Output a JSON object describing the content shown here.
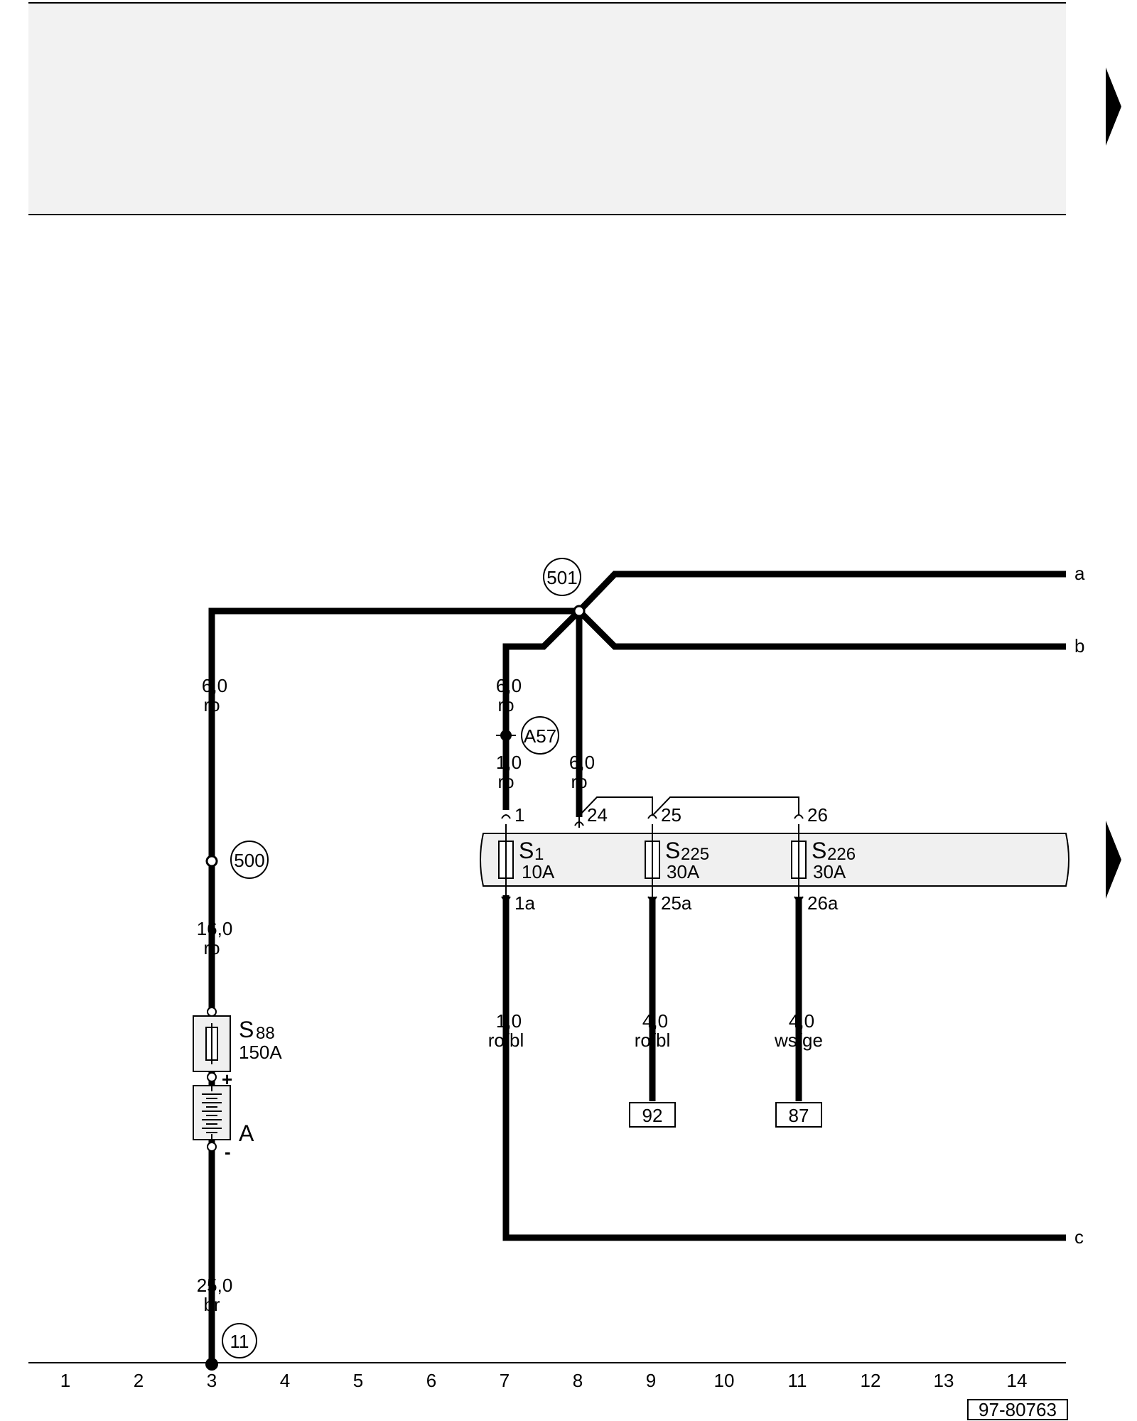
{
  "wires": {
    "w_main_top": {
      "size": "6,0",
      "color": "ro"
    },
    "w_battery_upper": {
      "size": "16,0",
      "color": "ro"
    },
    "w_ground": {
      "size": "25,0",
      "color": "br"
    },
    "w_col7_upper": {
      "size": "6,0",
      "color": "ro"
    },
    "w_col7_lower": {
      "size": "1,0",
      "color": "ro"
    },
    "w_col8": {
      "size": "6,0",
      "color": "ro"
    },
    "w_s1_out": {
      "size": "1,0",
      "color": "ro/bl"
    },
    "w_s225_out": {
      "size": "4,0",
      "color": "ro/bl"
    },
    "w_s226_out": {
      "size": "4,0",
      "color": "ws/ge"
    }
  },
  "connections": {
    "c500": "500",
    "c501": "501",
    "c11": "11",
    "a57": "A57"
  },
  "fuses": {
    "s88": {
      "id": "S",
      "sub": "88",
      "rating": "150A"
    },
    "s1": {
      "id": "S",
      "sub": "1",
      "rating": "10A"
    },
    "s225": {
      "id": "S",
      "sub": "225",
      "rating": "30A"
    },
    "s226": {
      "id": "S",
      "sub": "226",
      "rating": "30A"
    }
  },
  "battery": {
    "label": "A",
    "plus": "+",
    "minus": "-"
  },
  "pins": {
    "p1": "1",
    "p24": "24",
    "p25": "25",
    "p26": "26",
    "p1a": "1a",
    "p25a": "25a",
    "p26a": "26a"
  },
  "refs": {
    "r92": "92",
    "r87": "87"
  },
  "edges": {
    "a": "a",
    "b": "b",
    "c": "c"
  },
  "columns": [
    "1",
    "2",
    "3",
    "4",
    "5",
    "6",
    "7",
    "8",
    "9",
    "10",
    "11",
    "12",
    "13",
    "14"
  ],
  "figure_number": "97-80763",
  "colors": {
    "line": "#000000",
    "header_fill": "#f2f2f2",
    "fuse_panel_fill": "#f0f0f0"
  }
}
